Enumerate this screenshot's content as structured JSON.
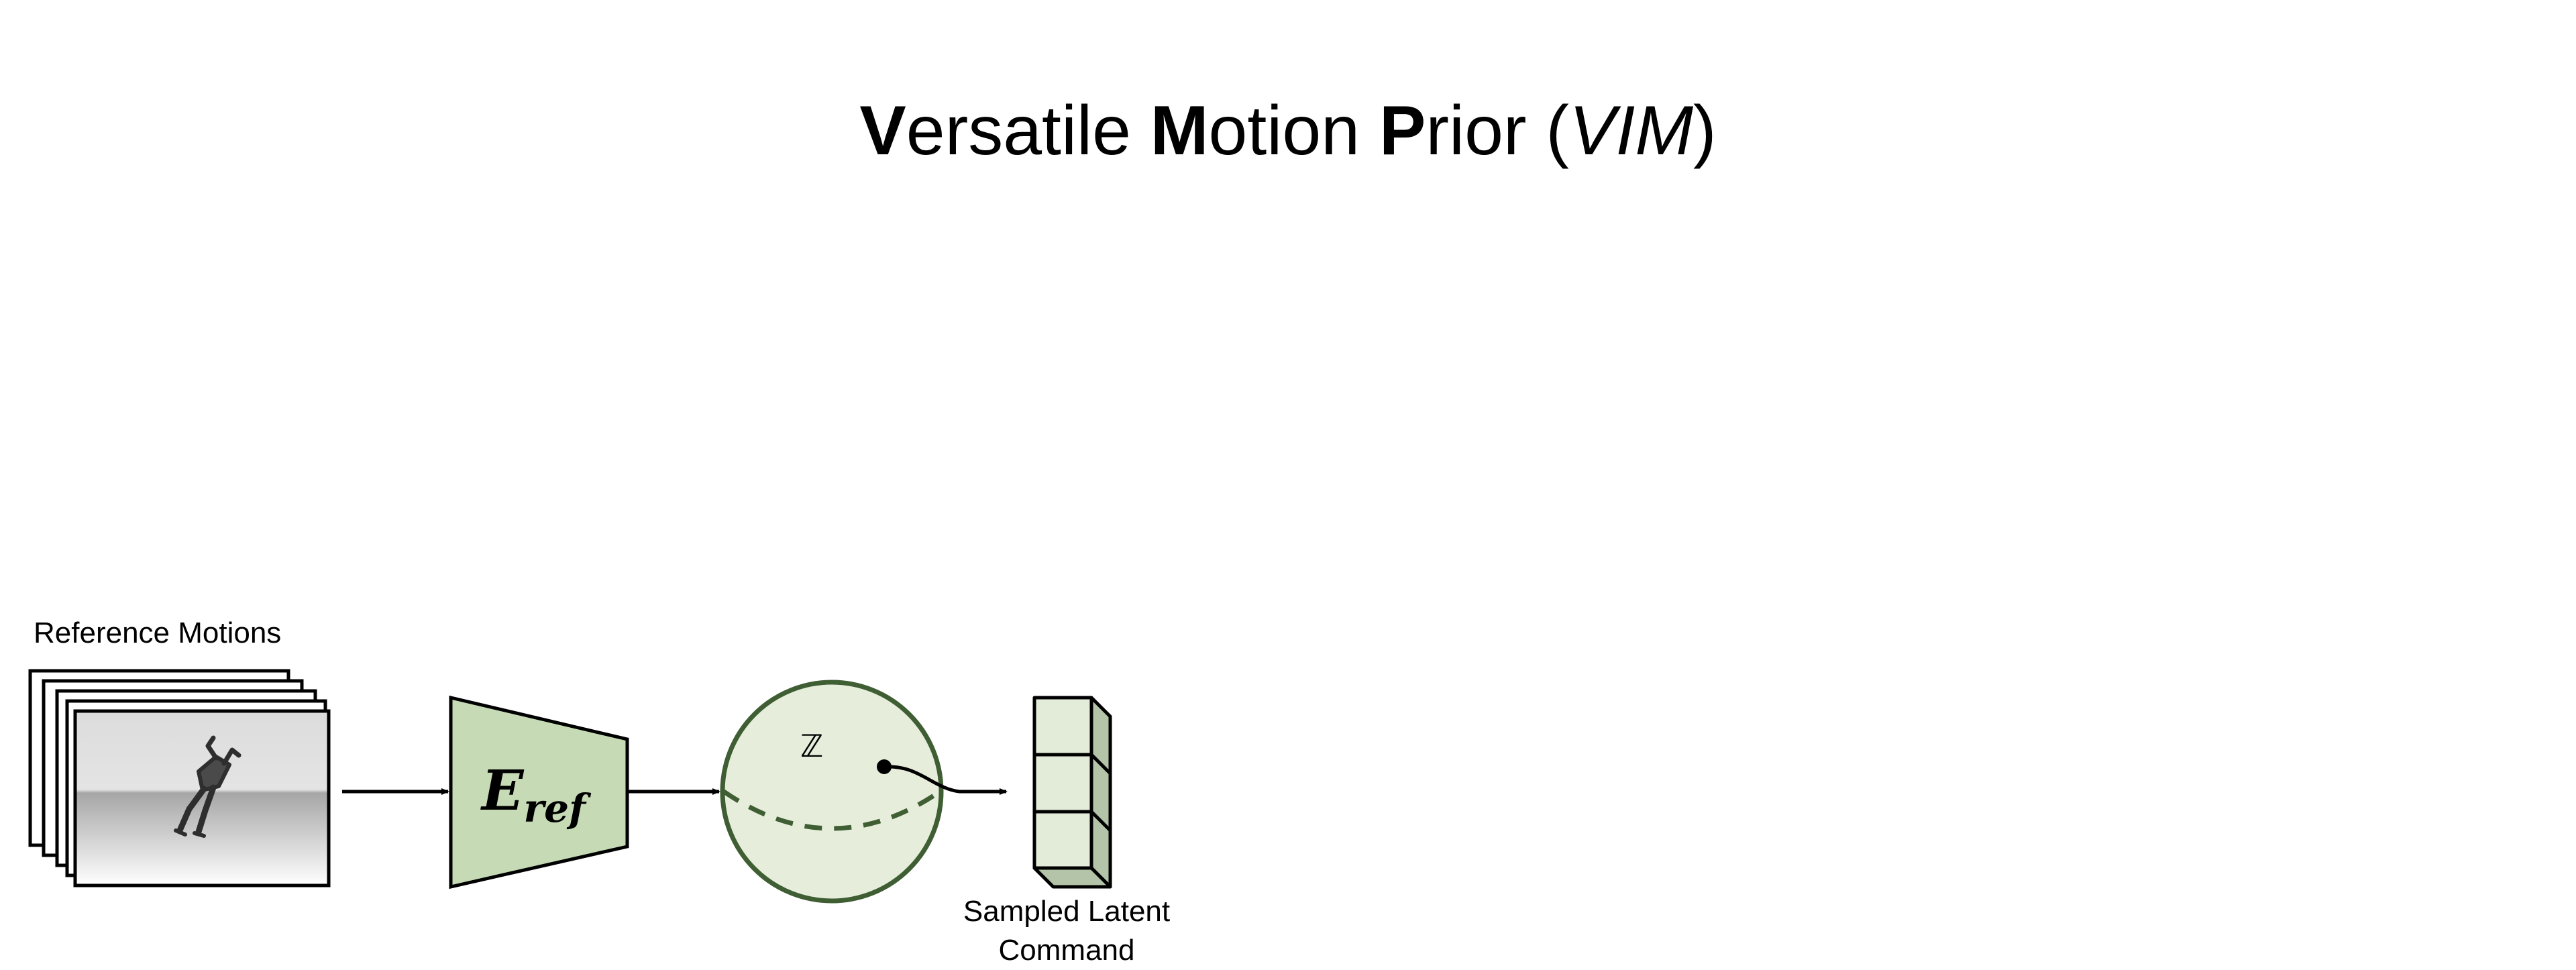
{
  "title": {
    "v": "V",
    "ersatile": "ersatile ",
    "m": "M",
    "otion": "otion ",
    "p": "P",
    "rior": "rior (",
    "vim": "VIM",
    "close": ")"
  },
  "labels": {
    "reference_motions": "Reference Motions",
    "encoder_main": "E",
    "encoder_sub": "ref",
    "latent_space": "ℤ",
    "sampled_latent_line1": "Sampled Latent",
    "sampled_latent_line2": "Command"
  },
  "colors": {
    "encoder_fill": "#c6dbb5",
    "sphere_fill": "#e6eedb",
    "sphere_stroke": "#3f5e33",
    "cube_front": "#e2ecd8",
    "cube_side": "#b4c4a8",
    "arrow": "#000000"
  }
}
